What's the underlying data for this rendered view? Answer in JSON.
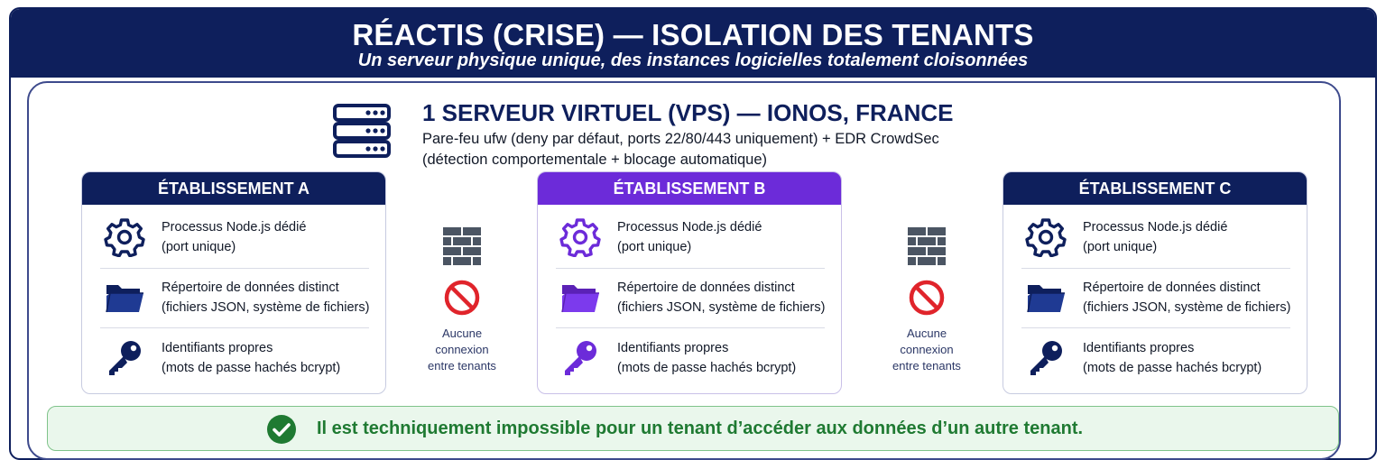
{
  "header": {
    "title": "RÉACTIS (CRISE) — ISOLATION DES TENANTS",
    "subtitle": "Un serveur physique unique, des instances logicielles totalement cloisonnées"
  },
  "server": {
    "icon": "server-icon",
    "title": "1 SERVEUR VIRTUEL (VPS) — IONOS, FRANCE",
    "desc_line1": "Pare-feu ufw (deny par défaut, ports 22/80/443 uniquement) + EDR CrowdSec",
    "desc_line2": "(détection comportementale + blocage automatique)"
  },
  "tenants": [
    {
      "name": "ÉTABLISSEMENT A",
      "color": "#0e1f5c",
      "rows": [
        {
          "icon": "gear-icon",
          "line1": "Processus Node.js dédié",
          "line2": "(port unique)"
        },
        {
          "icon": "folder-icon",
          "line1": "Répertoire de données distinct",
          "line2": "(fichiers JSON, système de fichiers)"
        },
        {
          "icon": "key-icon",
          "line1": "Identifiants propres",
          "line2": "(mots de passe hachés bcrypt)"
        }
      ]
    },
    {
      "name": "ÉTABLISSEMENT B",
      "color": "#6c2bd9",
      "rows": [
        {
          "icon": "gear-icon",
          "line1": "Processus Node.js dédié",
          "line2": "(port unique)"
        },
        {
          "icon": "folder-icon",
          "line1": "Répertoire de données distinct",
          "line2": "(fichiers JSON, système de fichiers)"
        },
        {
          "icon": "key-icon",
          "line1": "Identifiants propres",
          "line2": "(mots de passe hachés bcrypt)"
        }
      ]
    },
    {
      "name": "ÉTABLISSEMENT C",
      "color": "#0e1f5c",
      "rows": [
        {
          "icon": "gear-icon",
          "line1": "Processus Node.js dédié",
          "line2": "(port unique)"
        },
        {
          "icon": "folder-icon",
          "line1": "Répertoire de données distinct",
          "line2": "(fichiers JSON, système de fichiers)"
        },
        {
          "icon": "key-icon",
          "line1": "Identifiants propres",
          "line2": "(mots de passe hachés bcrypt)"
        }
      ]
    }
  ],
  "separators": [
    {
      "icons": [
        "brick-wall-icon",
        "no-entry-icon"
      ],
      "line1": "Aucune",
      "line2": "connexion",
      "line3": "entre tenants"
    },
    {
      "icons": [
        "brick-wall-icon",
        "no-entry-icon"
      ],
      "line1": "Aucune",
      "line2": "connexion",
      "line3": "entre tenants"
    }
  ],
  "conclusion": {
    "icon": "check-circle-icon",
    "text": "Il est techniquement impossible pour un tenant d’accéder aux données d’un autre tenant.",
    "color": "#1f7a32"
  }
}
